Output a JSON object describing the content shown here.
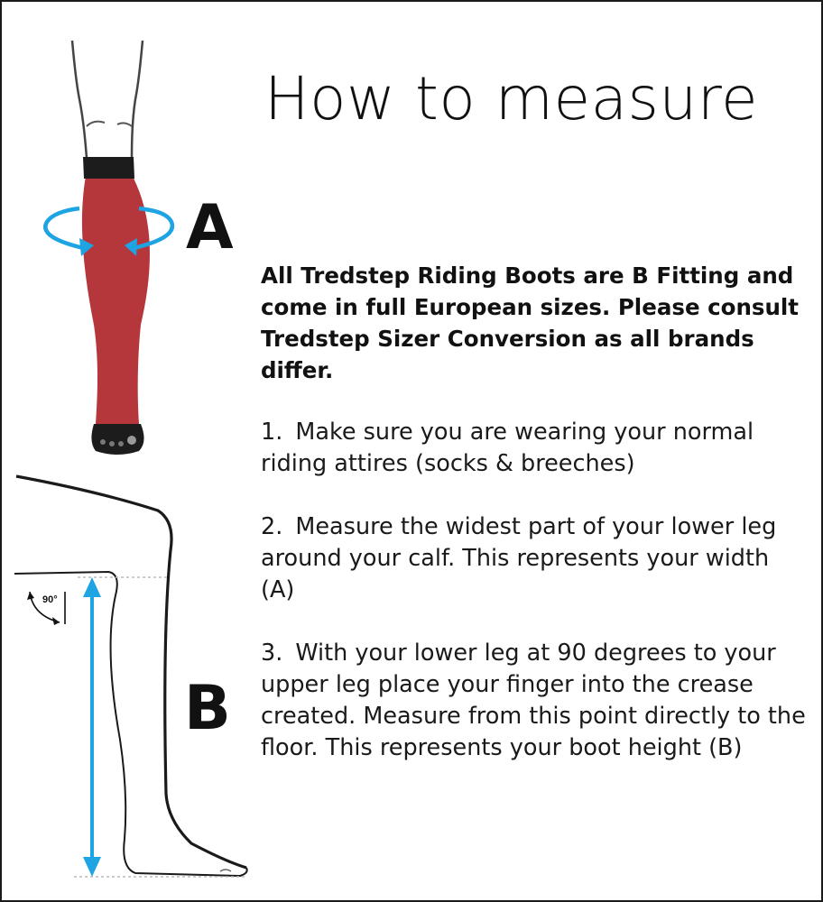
{
  "title": "How to measure",
  "intro": "All Tredstep Riding Boots are B Fitting and come in full European sizes. Please consult Tredstep Sizer Conversion as all brands differ.",
  "steps": [
    {
      "number": "1.",
      "text": "Make sure you are wearing your normal riding attires (socks & breeches)"
    },
    {
      "number": "2.",
      "text": "Measure the widest part of your lower leg around your calf. This represents your width (A)"
    },
    {
      "number": "3.",
      "text": "With your lower leg at 90 degrees to your upper leg place your finger into the crease created. Measure from this point directly to the floor. This represents your boot height (B)"
    }
  ],
  "labels": {
    "width_marker": "A",
    "height_marker": "B",
    "angle": "90°"
  },
  "colors": {
    "sock": "#b5363b",
    "arrow": "#1ea3e3",
    "outline": "#1a1a1a",
    "band": "#1c1c1c"
  }
}
